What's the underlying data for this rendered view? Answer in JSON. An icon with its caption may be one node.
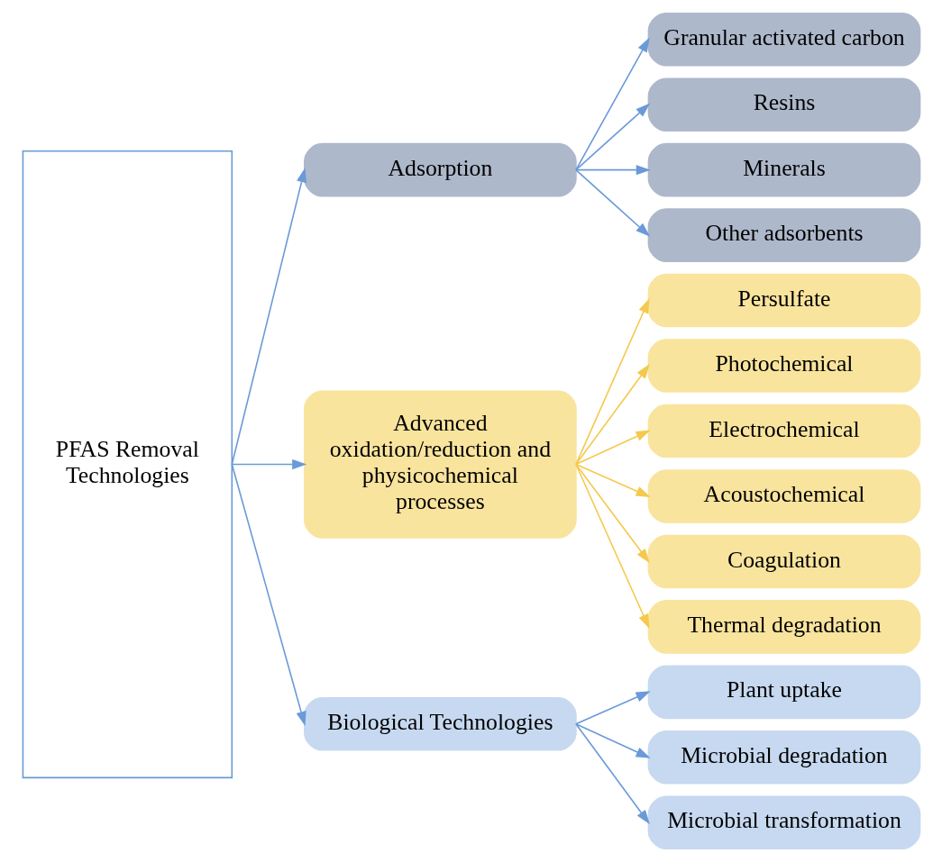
{
  "diagram": {
    "nodes": [
      {
        "text": [
          "PFAS Removal Technologies"
        ]
      },
      {
        "text": [
          "Adsorption"
        ]
      },
      {
        "text": [
          "Advanced oxidation/reduction and physicochemical processes"
        ]
      },
      {
        "text": [
          "Biological Technologies"
        ]
      },
      {
        "text": [
          "Granular activated carbon"
        ]
      },
      {
        "text": [
          "Resins"
        ]
      },
      {
        "text": [
          "Minerals"
        ]
      },
      {
        "text": [
          "Other adsorbents"
        ]
      },
      {
        "text": [
          "Persulfate"
        ]
      },
      {
        "text": [
          "Photochemical"
        ]
      },
      {
        "text": [
          "Electrochemical"
        ]
      },
      {
        "text": [
          "Acoustochemical"
        ]
      },
      {
        "text": [
          "Coagulation"
        ]
      },
      {
        "text": [
          "Thermal degradation"
        ]
      },
      {
        "text": [
          "Plant uptake"
        ]
      },
      {
        "text": [
          "Microbial degradation"
        ]
      },
      {
        "text": [
          "Microbial transformation"
        ]
      }
    ],
    "edges": [
      {
        "from": 0,
        "to": 1,
        "arrow": "to"
      },
      {
        "from": 0,
        "to": 2,
        "arrow": "to"
      },
      {
        "from": 0,
        "to": 3,
        "arrow": "to"
      },
      {
        "from": 1,
        "to": 4,
        "arrow": "to"
      },
      {
        "from": 1,
        "to": 5,
        "arrow": "to"
      },
      {
        "from": 1,
        "to": 6,
        "arrow": "to"
      },
      {
        "from": 1,
        "to": 7,
        "arrow": "to"
      },
      {
        "from": 2,
        "to": 8,
        "arrow": "to",
        "color": "#f5c94e"
      },
      {
        "from": 2,
        "to": 9,
        "arrow": "to",
        "color": "#f5c94e"
      },
      {
        "from": 2,
        "to": 10,
        "arrow": "to",
        "color": "#f5c94e"
      },
      {
        "from": 2,
        "to": 11,
        "arrow": "to",
        "color": "#f5c94e"
      },
      {
        "from": 2,
        "to": 12,
        "arrow": "to",
        "color": "#f5c94e"
      },
      {
        "from": 2,
        "to": 13,
        "arrow": "to",
        "color": "#f5c94e"
      },
      {
        "from": 3,
        "to": 14,
        "arrow": "to"
      },
      {
        "from": 3,
        "to": 15,
        "arrow": "to"
      },
      {
        "from": 3,
        "to": 16,
        "arrow": "to"
      }
    ]
  }
}
